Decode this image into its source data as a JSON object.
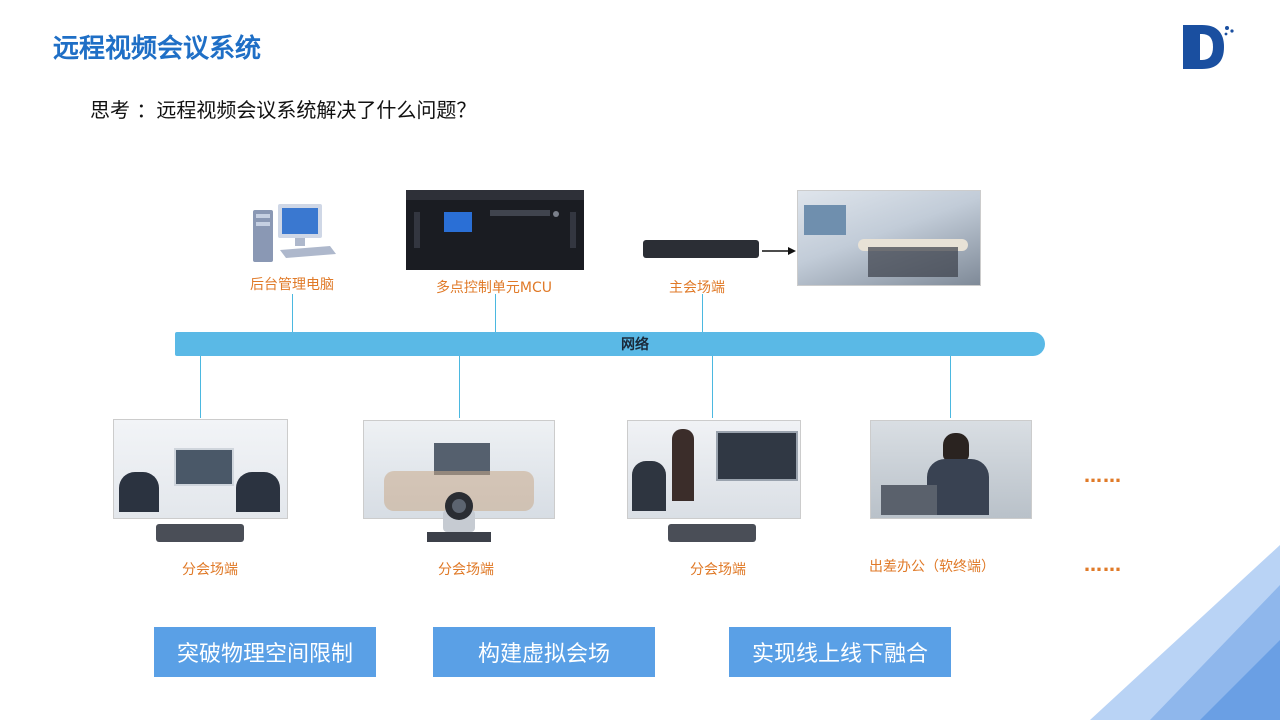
{
  "header": {
    "title": "远程视频会议系统",
    "question": "思考 ：远程视频会议系统解决了什么问题？"
  },
  "top_nodes": [
    {
      "label": "后台管理电脑"
    },
    {
      "label": "多点控制单元MCU"
    },
    {
      "label": "主会场端"
    }
  ],
  "network": {
    "label": "网络"
  },
  "bottom_nodes": [
    {
      "label": "分会场端"
    },
    {
      "label": "分会场端"
    },
    {
      "label": "分会场端"
    },
    {
      "label": "出差办公（软终端）"
    }
  ],
  "ellipsis": [
    "……",
    "……"
  ],
  "buttons": [
    {
      "label": "突破物理空间限制"
    },
    {
      "label": "构建虚拟会场"
    },
    {
      "label": "实现线上线下融合"
    }
  ],
  "colors": {
    "title": "#1f6fc6",
    "label": "#e07a28",
    "network_bar": "#5ab9e6",
    "button": "#5aa0e6",
    "corner": "#9cc3f0"
  }
}
